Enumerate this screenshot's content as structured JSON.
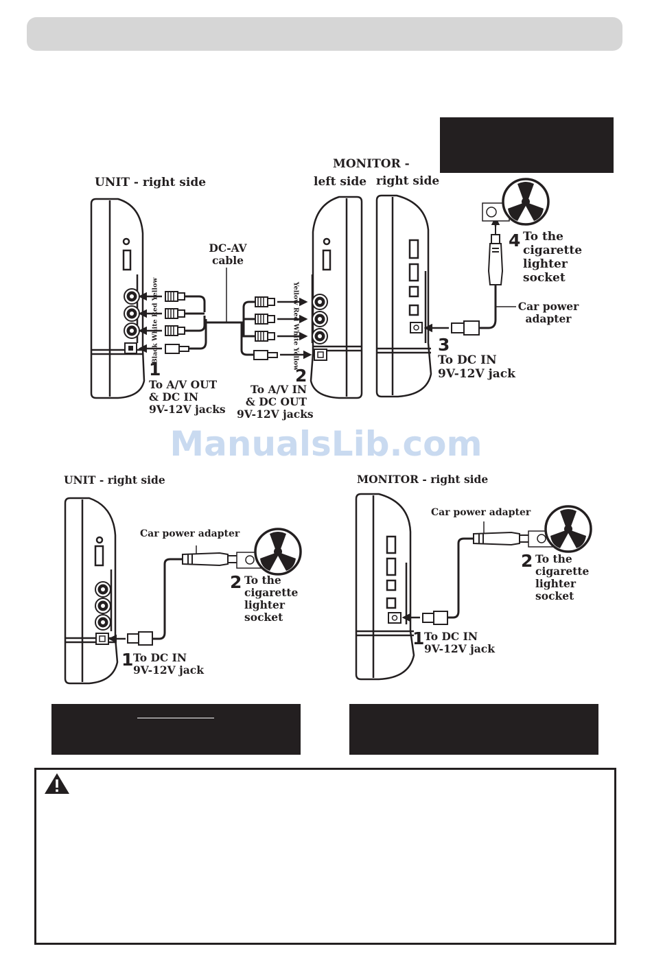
{
  "labels": {
    "top_unit": "UNIT - right side",
    "top_monitor_head": "MONITOR -",
    "top_monitor_left": "left side",
    "top_monitor_right": "right side",
    "dcav_cable": "DC-AV\ncable",
    "step1_num": "1",
    "step1_text": "To A/V OUT\n& DC IN\n9V-12V jacks",
    "step2_num": "2",
    "step2_text": "To A/V IN\n& DC OUT\n9V-12V jacks",
    "step3_num": "3",
    "step3_text": "To DC IN\n9V-12V jack",
    "step4_num": "4",
    "step4_text": "To the\ncigarette\nlighter\nsocket",
    "car_power_adapter_top": "Car power\nadapter",
    "unit_jack_labels": "Black White Red Yellow",
    "monitor_jack_labels": "Yellow Red White Yellow",
    "bl_unit": "UNIT - right side",
    "bl_car_adapter": "Car power adapter",
    "bl_step2_num": "2",
    "bl_step2_text": "To the\ncigarette\nlighter\nsocket",
    "bl_step1_num": "1",
    "bl_step1_text": "To DC IN\n9V-12V jack",
    "br_monitor": "MONITOR - right side",
    "br_car_adapter": "Car power adapter",
    "br_step2_num": "2",
    "br_step2_text": "To the\ncigarette\nlighter\nsocket",
    "br_step1_num": "1",
    "br_step1_text": "To DC IN\n9V-12V jack"
  },
  "watermark": "ManualsLib.com",
  "icons": [
    "warning-triangle-icon",
    "fan-icon",
    "car-power-adapter-icon",
    "rca-plug-icon"
  ],
  "colors": {
    "header_bar": "#d6d6d6",
    "ink": "#231f20",
    "watermark": "#c9daf0"
  }
}
